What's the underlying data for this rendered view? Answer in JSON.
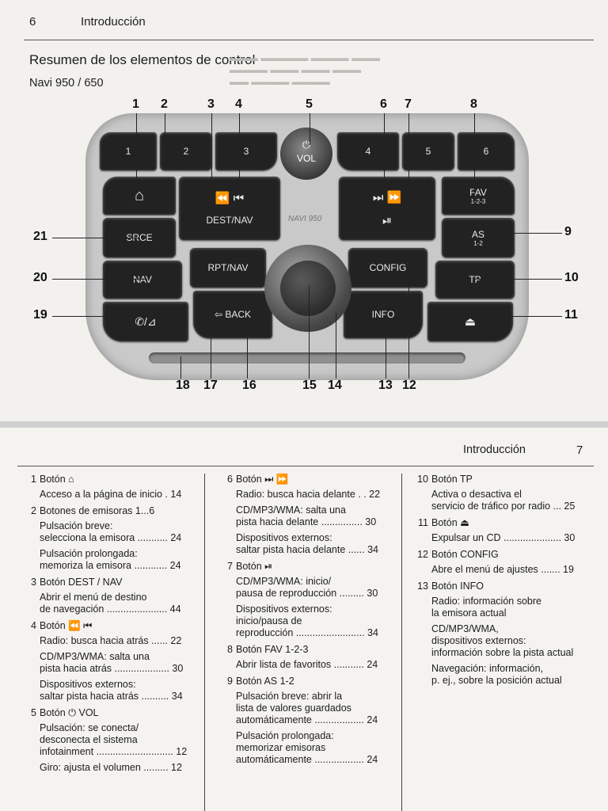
{
  "top_page": {
    "page_number": "6",
    "header_title": "Introducción",
    "section_title": "Resumen de los elementos de control",
    "model": "Navi 950 / 650",
    "panel_labels": {
      "preset_1": "1",
      "preset_2": "2",
      "preset_3": "3",
      "preset_4": "4",
      "preset_5": "5",
      "preset_6": "6",
      "vol_symbol": "⏻",
      "vol": "VOL",
      "seek_back": "⏪ ⏮",
      "seek_fwd": "⏭ ⏩",
      "dest_nav": "DEST/NAV",
      "navi_logo": "NAVI 950",
      "play_pause": "⏯",
      "home": "⌂",
      "fav": "FAV",
      "fav_sub": "1-2-3",
      "srce": "SRCE",
      "as": "AS",
      "as_sub": "1-2",
      "rpt_nav": "RPT/NAV",
      "config": "CONFIG",
      "nav": "NAV",
      "tp": "TP",
      "phone": "✆/⊿",
      "back": "⇦ BACK",
      "info": "INFO",
      "eject": "⏏"
    },
    "callouts": {
      "top": [
        "1",
        "2",
        "3",
        "4",
        "5",
        "6",
        "7",
        "8"
      ],
      "left": [
        "21",
        "20",
        "19"
      ],
      "right": [
        "9",
        "10",
        "11"
      ],
      "bottom": [
        "18",
        "17",
        "16",
        "15",
        "14",
        "13",
        "12"
      ]
    }
  },
  "bottom_page": {
    "header_title": "Introducción",
    "page_number": "7",
    "col1": [
      {
        "num": "1",
        "title": "Botón ⌂",
        "lines": [
          "Acceso a la página de inicio . 14"
        ]
      },
      {
        "num": "2",
        "title": "Botones de emisoras 1...6",
        "lines": [
          "Pulsación breve:\nselecciona la emisora ........... 24",
          "Pulsación prolongada:\nmemoriza la emisora ............ 24"
        ]
      },
      {
        "num": "3",
        "title": "Botón DEST / NAV",
        "lines": [
          "Abrir el menú de destino\nde navegación ...................... 44"
        ]
      },
      {
        "num": "4",
        "title": "Botón ⏪ ⏮",
        "lines": [
          "Radio: busca hacia atrás ...... 22",
          "CD/MP3/WMA: salta una\npista hacia atrás .................... 30",
          "Dispositivos externos:\nsaltar pista hacia atrás .......... 34"
        ]
      },
      {
        "num": "5",
        "title": "Botón ⏻ VOL",
        "lines": [
          "Pulsación: se conecta/\ndesconecta el sistema\ninfotainment ............................ 12",
          "Giro: ajusta el volumen ......... 12"
        ]
      }
    ],
    "col2": [
      {
        "num": "6",
        "title": "Botón ⏭ ⏩",
        "lines": [
          "Radio: busca hacia delante . . 22",
          "CD/MP3/WMA: salta una\npista hacia delante ............... 30",
          "Dispositivos externos:\nsaltar pista hacia delante ...... 34"
        ]
      },
      {
        "num": "7",
        "title": "Botón ⏯",
        "lines": [
          "CD/MP3/WMA: inicio/\npausa de reproducción ......... 30",
          "Dispositivos externos:\ninicio/pausa de\nreproducción ......................... 34"
        ]
      },
      {
        "num": "8",
        "title": "Botón FAV 1-2-3",
        "lines": [
          "Abrir lista de favoritos ........... 24"
        ]
      },
      {
        "num": "9",
        "title": "Botón AS 1-2",
        "lines": [
          "Pulsación breve: abrir la\nlista de valores guardados\nautomáticamente .................. 24",
          "Pulsación prolongada:\nmemorizar emisoras\nautomáticamente .................. 24"
        ]
      }
    ],
    "col3": [
      {
        "num": "10",
        "title": "Botón TP",
        "lines": [
          "Activa o desactiva el\nservicio de tráfico por radio ... 25"
        ]
      },
      {
        "num": "11",
        "title": "Botón ⏏",
        "lines": [
          "Expulsar un CD ..................... 30"
        ]
      },
      {
        "num": "12",
        "title": "Botón CONFIG",
        "lines": [
          "Abre el menú de ajustes ....... 19"
        ]
      },
      {
        "num": "13",
        "title": "Botón INFO",
        "lines": [
          "Radio: información sobre\nla emisora actual",
          "CD/MP3/WMA,\ndispositivos externos:\ninformación sobre la pista actual",
          "Navegación: información,\np. ej., sobre la posición actual"
        ]
      }
    ]
  },
  "colors": {
    "page": "#f2f1ee",
    "ink": "#1d1d1d",
    "button": "#222222",
    "panel": "#c9c9c9"
  }
}
